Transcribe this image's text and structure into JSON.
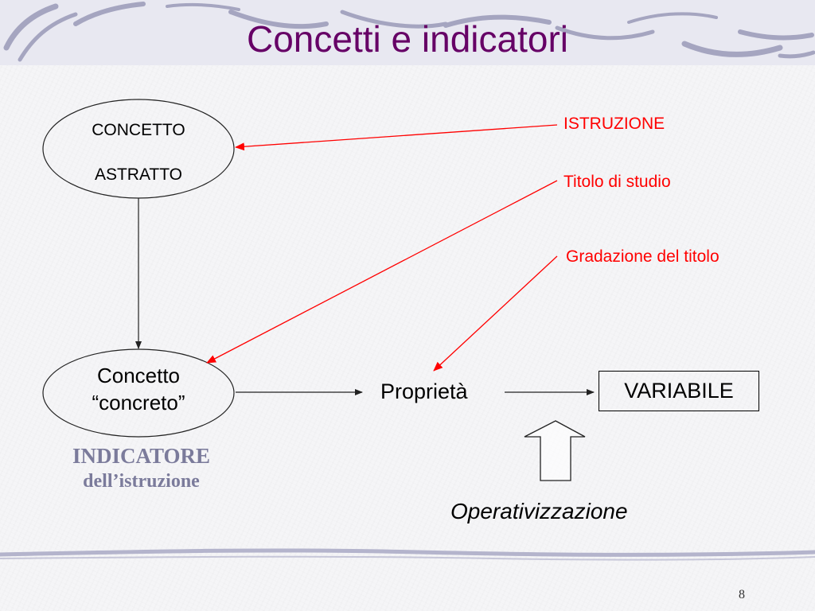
{
  "slide": {
    "title": "Concetti e indicatori",
    "page_number": "8"
  },
  "nodes": {
    "abstract_line1": "CONCETTO",
    "abstract_line2": "ASTRATTO",
    "concrete_line1": "Concetto",
    "concrete_line2": "“concreto”",
    "property": "Proprietà",
    "variable": "VARIABILE"
  },
  "labels": {
    "istruzione": "ISTRUZIONE",
    "titolo": "Titolo di studio",
    "gradazione": "Gradazione del titolo",
    "indicatore": "INDICATORE",
    "istruzione_sub": "dell’istruzione",
    "operativizzazione": "Operativizzazione"
  },
  "colors": {
    "title": "#660066",
    "annotation": "#ff0000",
    "indicatore": "#7b7b9b",
    "decoration": "#9a9ab8"
  }
}
